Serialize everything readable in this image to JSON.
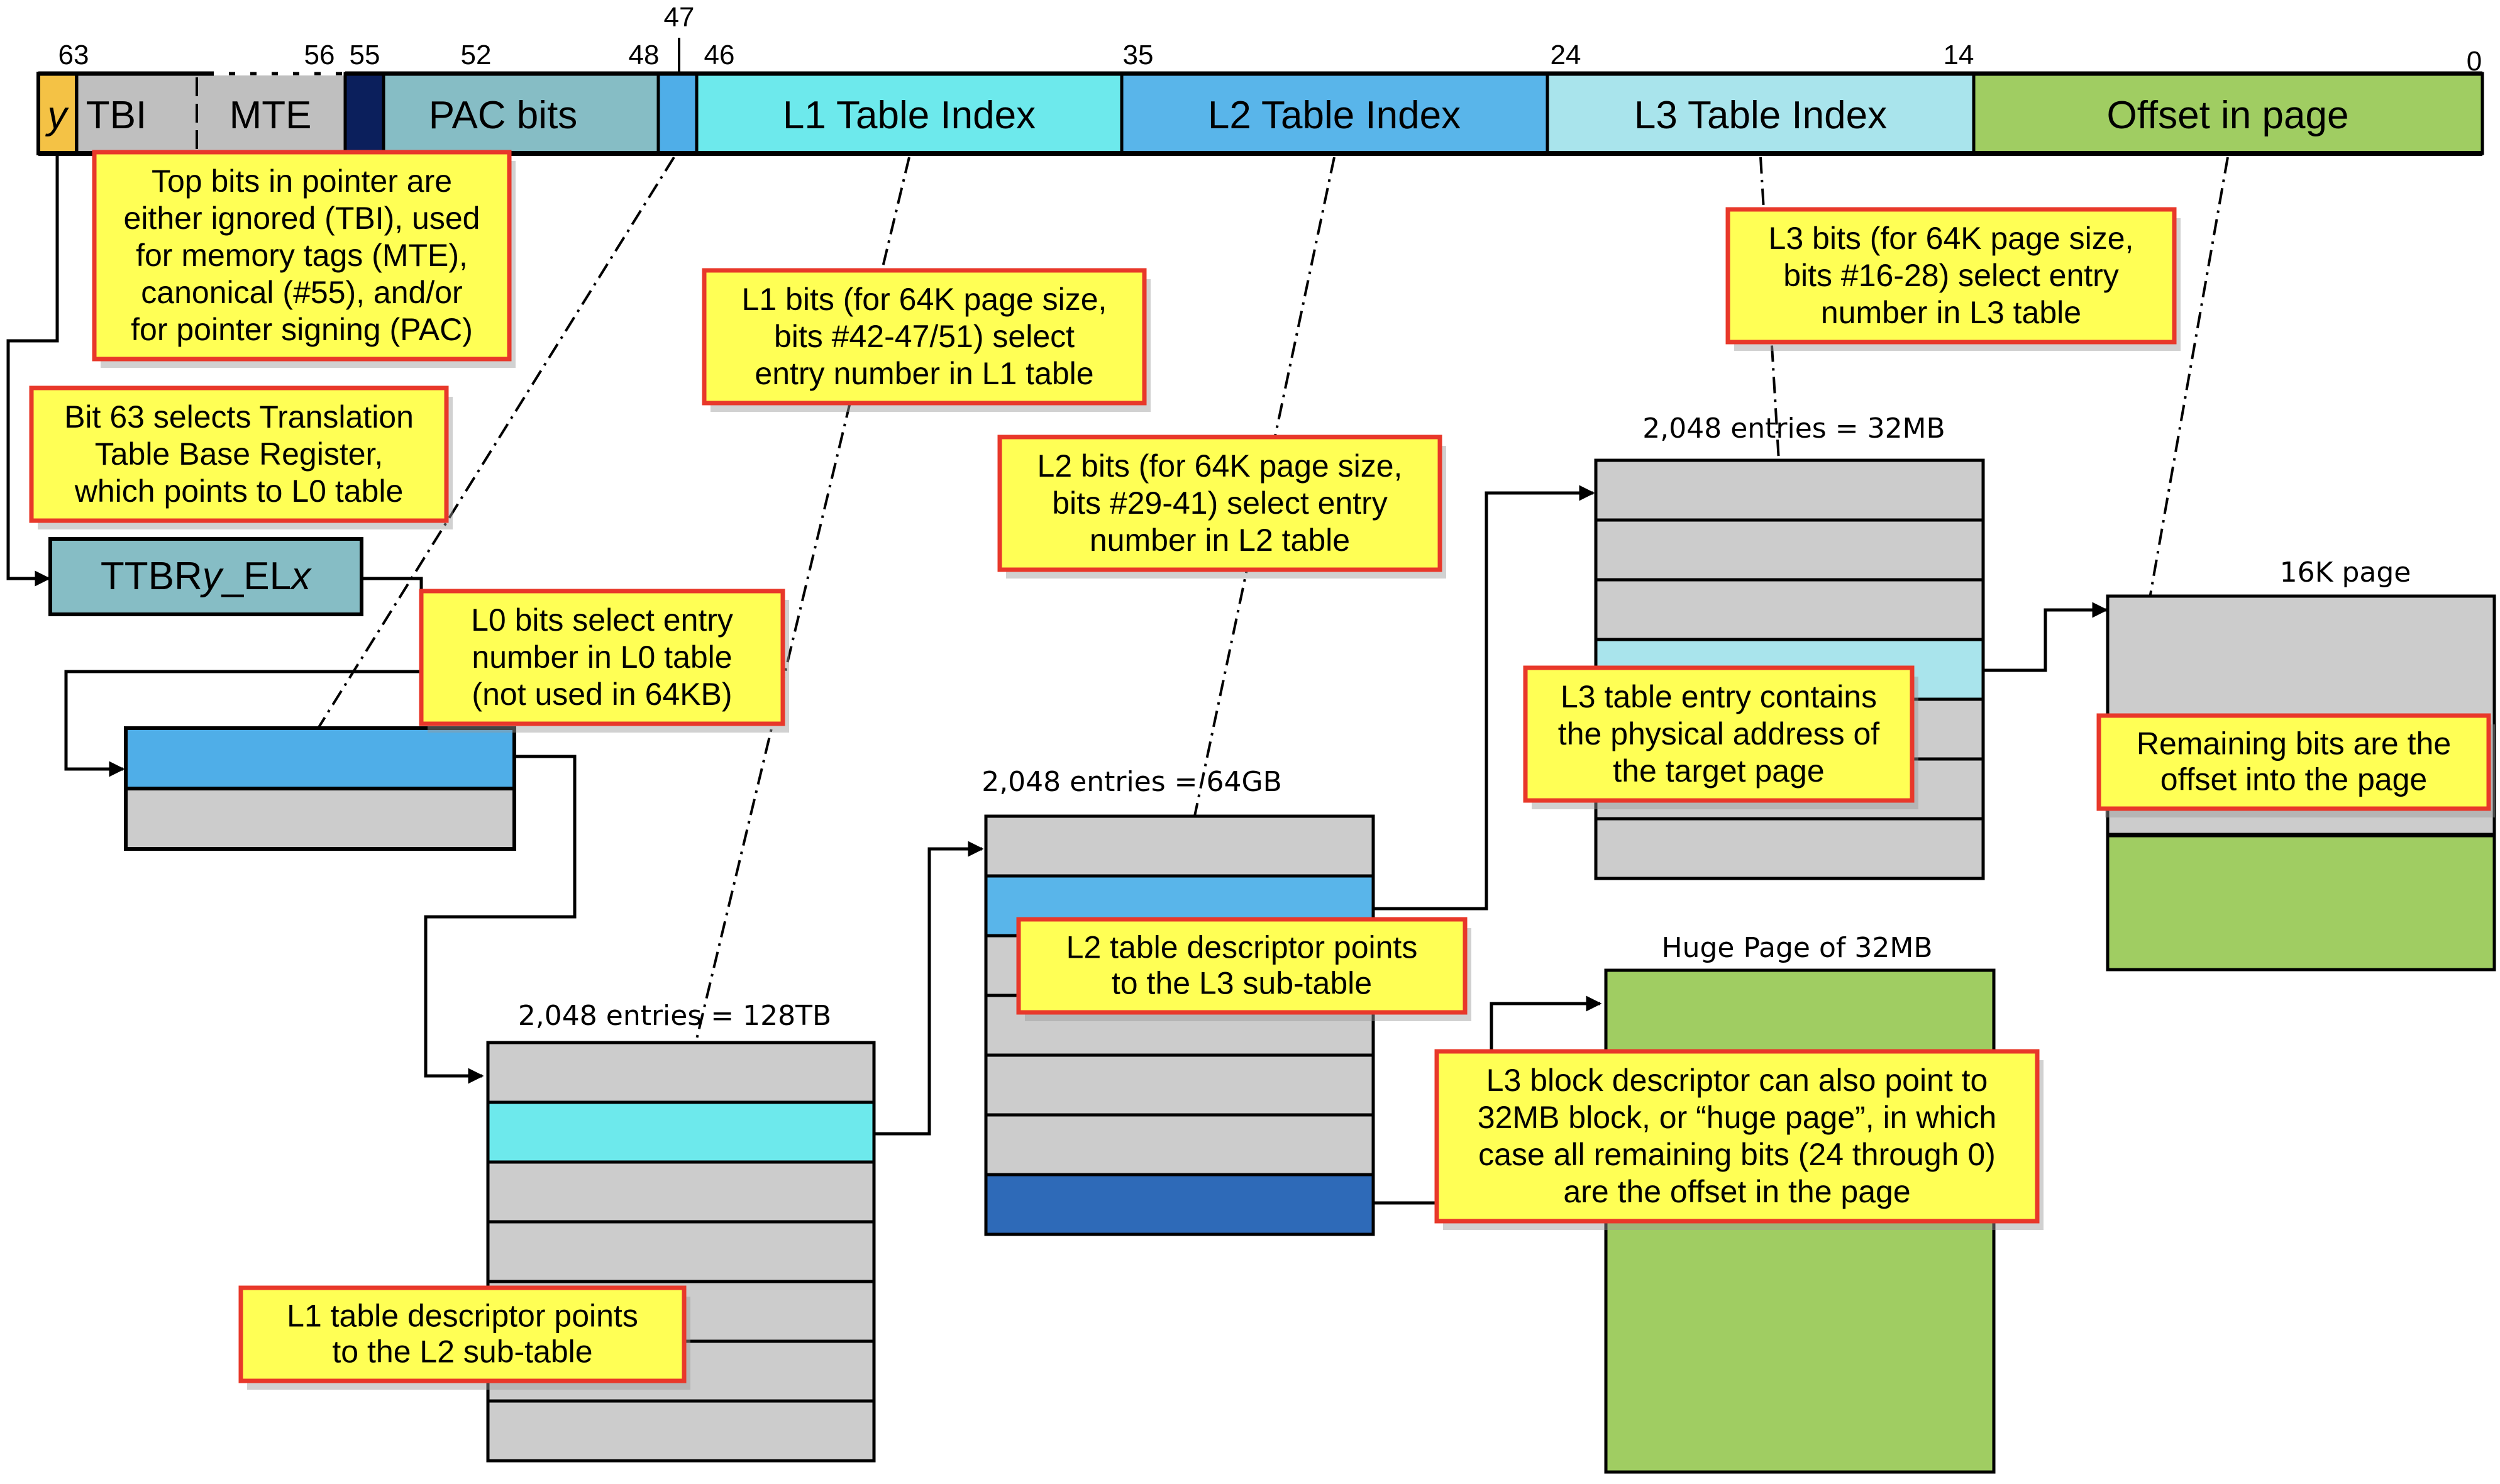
{
  "colors": {
    "select_bit": "#f4c245",
    "tbi_mte": "#bfbfbf",
    "canonical_bit": "#0b1f5c",
    "pac": "#86bdc5",
    "l0_index": "#4faee8",
    "l1_index": "#6de9ec",
    "l2_index": "#59b5ea",
    "l3_index": "#a9e4ec",
    "offset": "#a0cd62",
    "table_entry": "#cccccc",
    "l2_block_entry": "#2e6ab8",
    "note_fill": "#ffff55",
    "note_border": "#e8382a",
    "ttbr": "#86bdc5"
  },
  "address_bar": {
    "segments": [
      {
        "id": "select",
        "label": "y",
        "italic": true
      },
      {
        "id": "tbi",
        "label": "TBI"
      },
      {
        "id": "mte",
        "label": "MTE"
      },
      {
        "id": "canonical",
        "label": ""
      },
      {
        "id": "pac",
        "label": "PAC bits"
      },
      {
        "id": "l0",
        "label": ""
      },
      {
        "id": "l1",
        "label": "L1 Table Index"
      },
      {
        "id": "l2",
        "label": "L2 Table Index"
      },
      {
        "id": "l3",
        "label": "L3 Table Index"
      },
      {
        "id": "offset",
        "label": "Offset in page"
      }
    ],
    "bit_numbers": [
      "63",
      "56",
      "55",
      "52",
      "48",
      "47",
      "46",
      "35",
      "24",
      "14",
      "0"
    ]
  },
  "register": {
    "prefix": "TTBR",
    "y": "y",
    "mid": "_EL",
    "x": "x"
  },
  "notes": {
    "top_bits": [
      "Top bits in pointer are",
      "either ignored (TBI), used",
      "for memory tags (MTE),",
      "canonical (#55), and/or",
      "for pointer signing (PAC)"
    ],
    "bit63": [
      "Bit 63 selects Translation",
      "Table Base Register,",
      "which points to L0 table"
    ],
    "l0_bits": [
      "L0 bits select entry",
      "number  in L0 table",
      "(not used in 64KB)"
    ],
    "l1_bits": [
      "L1 bits (for 64K page size,",
      "bits #42-47/51) select",
      "entry number  in L1 table"
    ],
    "l2_bits": [
      "L2 bits (for 64K page size,",
      "bits #29-41) select entry",
      "number in L2 table"
    ],
    "l3_bits": [
      "L3 bits (for 64K page size,",
      "bits #16-28) select entry",
      "number in L3 table"
    ],
    "l1_desc": [
      "L1 table descriptor points",
      "to the L2 sub-table"
    ],
    "l2_desc": [
      "L2 table descriptor points",
      "to the L3 sub-table"
    ],
    "l3_entry": [
      "L3 table entry contains",
      "the physical address of",
      "the target page"
    ],
    "remaining": [
      "Remaining bits are the",
      "offset into the page"
    ],
    "l3_block": [
      "L3 block descriptor can also point to",
      "32MB block, or “huge page”, in which",
      "case all remaining bits (24 through 0)",
      "are the offset in the page"
    ]
  },
  "tables": {
    "l1_caption": "2,048 entries = 128TB",
    "l2_caption": "2,048 entries = 64GB",
    "l3_caption": "2,048 entries = 32MB",
    "page_caption": "16K page",
    "huge_caption": "Huge Page of 32MB"
  }
}
